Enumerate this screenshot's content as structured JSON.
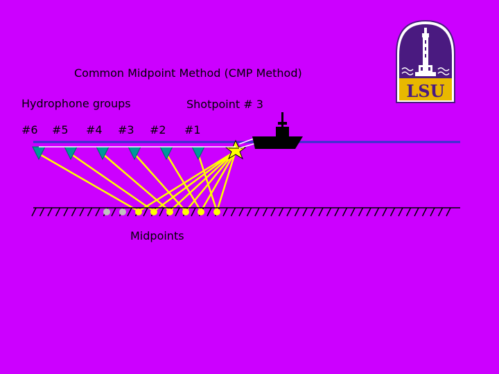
{
  "slide": {
    "title": "Common Midpoint Method (CMP Method)",
    "hydrophone_label": "Hydrophone groups",
    "shotpoint_label": "Shotpoint # 3",
    "midpoints_label": "Midpoints",
    "group_labels": [
      "#6",
      "#5",
      "#4",
      "#3",
      "#2",
      "#1"
    ]
  },
  "logo": {
    "text": "LSU"
  },
  "colors": {
    "background": "#cc00ff",
    "sea_surface": "#3333cc",
    "ray": "#ffff00",
    "hydrophone": "#009999",
    "midpoint_active": "#ffff00",
    "midpoint_inactive": "#c0c0c0",
    "seafloor": "#000000",
    "ship": "#000000",
    "logo_purple": "#4a1a80",
    "logo_gold": "#e8b800"
  }
}
